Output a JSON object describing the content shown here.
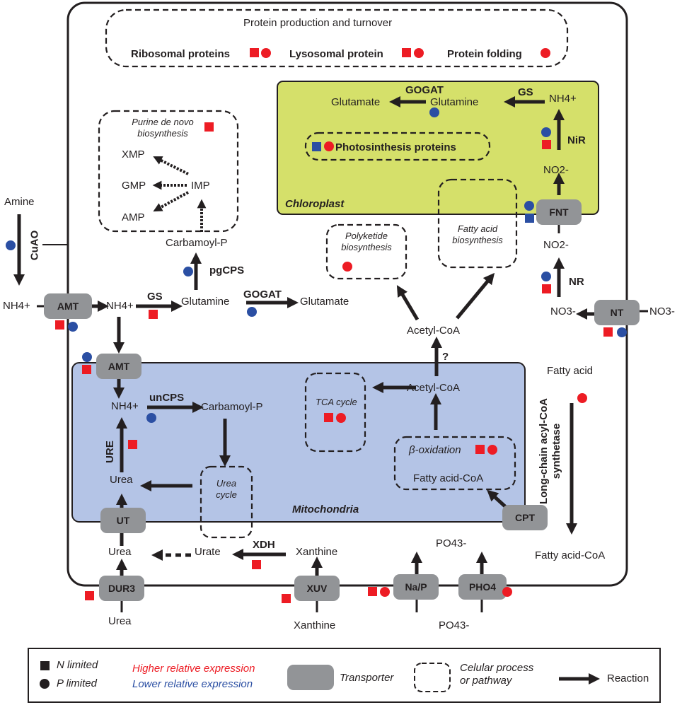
{
  "colors": {
    "higher": "#ed1c24",
    "lower": "#2b4fa3",
    "chloroplast": "#d5e06a",
    "mitochondria": "#b4c4e6",
    "transporter": "#929497"
  },
  "protein": {
    "title": "Protein production and turnover",
    "ribosomal": "Ribosomal proteins",
    "lysosomal": "Lysosomal protein",
    "folding": "Protein folding"
  },
  "purine": {
    "title": "Purine de novo biosynthesis",
    "xmp": "XMP",
    "gmp": "GMP",
    "amp": "AMP",
    "imp": "IMP"
  },
  "chloroplast": {
    "label": "Chloroplast",
    "glutamate": "Glutamate",
    "gogat": "GOGAT",
    "glutamine": "Glutamine",
    "gs": "GS",
    "nh4": "NH4+",
    "nir": "NiR",
    "no2": "NO2-",
    "photo": "Photosinthesis proteins",
    "fatty": "Fatty acid biosynthesis",
    "fnt": "FNT"
  },
  "cytosol": {
    "amine": "Amine",
    "cuao": "CuAO",
    "nh4_out": "NH4+",
    "amt": "AMT",
    "nh4_in": "NH4+",
    "gs": "GS",
    "glutamine": "Glutamine",
    "gogat": "GOGAT",
    "glutamate": "Glutamate",
    "carbamoyl": "Carbamoyl-P",
    "pgcps": "pgCPS",
    "polyketide": "Polyketide biosynthesis",
    "acetyl": "Acetyl-CoA",
    "question": "?",
    "no2": "NO2-",
    "nr": "NR",
    "no3_in": "NO3-",
    "nt": "NT",
    "no3_out": "NO3-",
    "fatty_acid": "Fatty acid",
    "lcas": "Long-chain acyl-CoA synthetase",
    "fatty_acid_coa": "Fatty acid-CoA",
    "cpt": "CPT"
  },
  "mito": {
    "label": "Mitochondria",
    "amt": "AMT",
    "nh4": "NH4+",
    "uncps": "unCPS",
    "carbamoyl": "Carbamoyl-P",
    "ure": "URE",
    "urea": "Urea",
    "urea_cycle": "Urea cycle",
    "tca": "TCA cycle",
    "acetyl": "Acetyl-CoA",
    "beta": "β-oxidation",
    "fatty_acid_coa": "Fatty acid-CoA"
  },
  "bottom": {
    "ut": "UT",
    "urea_mid": "Urea",
    "urate": "Urate",
    "xdh": "XDH",
    "xanthine_in": "Xanthine",
    "dur3": "DUR3",
    "urea_out": "Urea",
    "xuv": "XUV",
    "xanthine_out": "Xanthine",
    "nap": "Na/P",
    "pho4": "PHO4",
    "po4_in": "PO43-",
    "po4_out": "PO43-"
  },
  "legend": {
    "n_limited": "N limited",
    "p_limited": "P limited",
    "higher": "Higher relative expression",
    "lower": "Lower relative expression",
    "transporter": "Transporter",
    "process": "Celular process or pathway",
    "reaction": "Reaction"
  }
}
